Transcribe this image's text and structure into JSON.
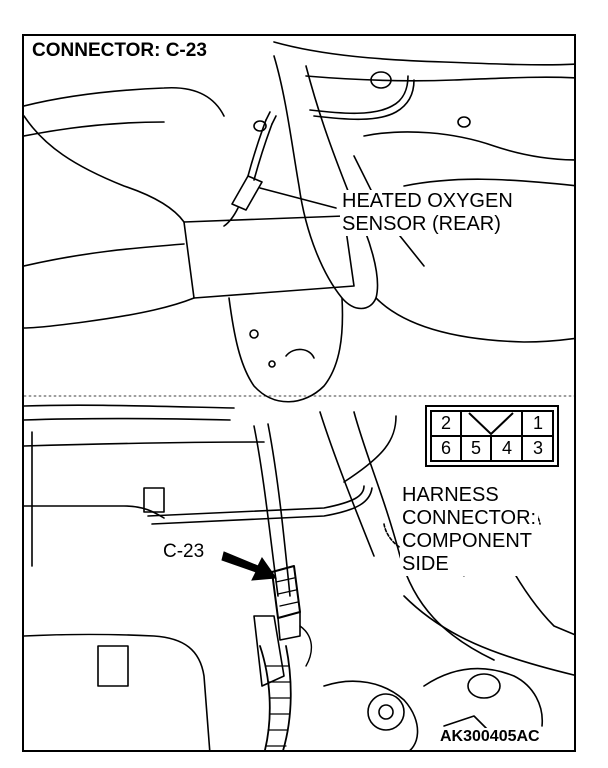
{
  "title": "CONNECTOR: C-23",
  "callout_sensor": [
    "HEATED OXYGEN",
    "SENSOR (REAR)"
  ],
  "callout_harness": [
    "HARNESS",
    "CONNECTOR:",
    "COMPONENT",
    "SIDE"
  ],
  "connector_label": "C-23",
  "connector_pins": {
    "top": [
      "2",
      "1"
    ],
    "bottom": [
      "6",
      "5",
      "4",
      "3"
    ]
  },
  "figure_code": "AK300405AC"
}
